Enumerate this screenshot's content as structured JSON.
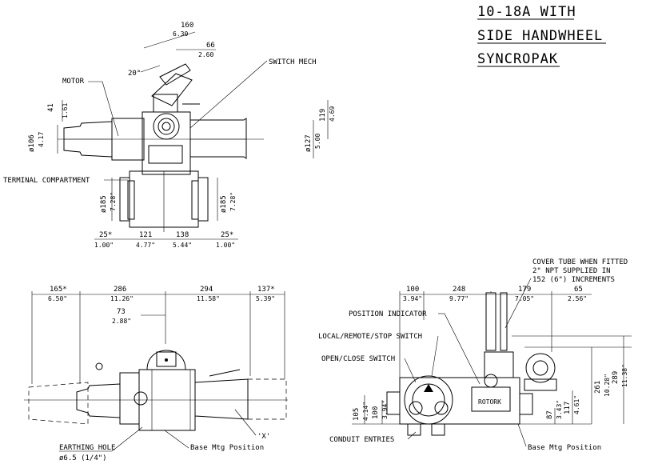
{
  "title": {
    "line1": "10-18A WITH",
    "line2": "SIDE HANDWHEEL",
    "line3": "SYNCROPAK"
  },
  "labels": {
    "motor": "MOTOR",
    "switch_mech": "SWITCH MECH",
    "terminal_compartment": "TERMINAL COMPARTMENT",
    "earthing_hole": "EARTHING HOLE",
    "earthing_hole_size": "ø6.5 (1/4\")",
    "base_mtg_left": "Base Mtg Position",
    "x_marker": "'X'",
    "cover_tube_1": "COVER TUBE WHEN FITTED",
    "cover_tube_2": "2\" NPT SUPPLIED IN",
    "cover_tube_3": "152 (6\") INCREMENTS",
    "position_indicator": "POSITION INDICATOR",
    "local_remote_stop": "LOCAL/REMOTE/STOP SWITCH",
    "open_close": "OPEN/CLOSE SWITCH",
    "conduit_entries": "CONDUIT ENTRIES",
    "base_mtg_right": "Base Mtg Position"
  },
  "dims": {
    "top_160": "160",
    "top_6_30": "6.30",
    "top_66": "66",
    "top_2_60": "2.60",
    "top_20deg": "20°",
    "top_41": "41",
    "top_1_61": "1.61",
    "top_119": "119",
    "top_4_69": "4.69",
    "top_d106": "ø106",
    "top_4_17": "4.17",
    "top_d127": "ø127",
    "top_5_00": "5.00",
    "top_d185l": "ø185",
    "top_7_28l": "7.28\"",
    "top_d185r": "ø185",
    "top_7_28r": "7.28\"",
    "top_25l": "25*",
    "top_1_00l": "1.00\"",
    "top_121": "121",
    "top_4_77": "4.77\"",
    "top_138": "138",
    "top_5_44": "5.44\"",
    "top_25r": "25*",
    "top_1_00r": "1.00\"",
    "bl_165": "165*",
    "bl_6_50": "6.50\"",
    "bl_286": "286",
    "bl_11_26": "11.26\"",
    "bl_294": "294",
    "bl_11_58": "11.58\"",
    "bl_137": "137*",
    "bl_5_39": "5.39\"",
    "bl_73": "73",
    "bl_2_88": "2.88\"",
    "br_100": "100",
    "br_3_94": "3.94\"",
    "br_248": "248",
    "br_9_77": "9.77\"",
    "br_179": "179",
    "br_7_05": "7.05\"",
    "br_65": "65",
    "br_2_56": "2.56\"",
    "br_261": "261",
    "br_10_28": "10.28\"",
    "br_289": "289",
    "br_11_38": "11.38\"",
    "br_105": "105",
    "br_4_14": "4.14\"",
    "br_100v": "100",
    "br_3_94v": "3.94\"",
    "br_87": "87",
    "br_3_43": "3.43\"",
    "br_117": "117",
    "br_4_61": "4.61\""
  },
  "plate_text": "ROTORK"
}
